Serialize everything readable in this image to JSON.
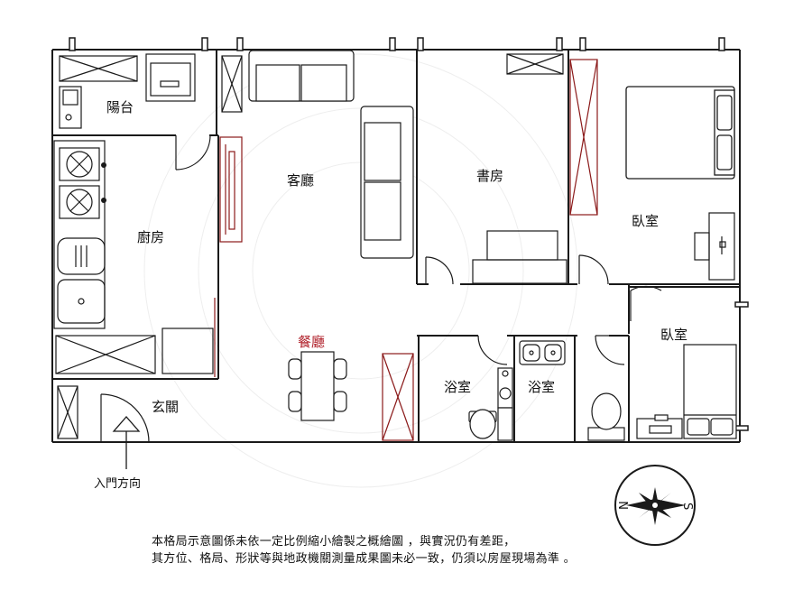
{
  "rooms": {
    "balcony": "陽台",
    "living_room": "客廳",
    "study": "書房",
    "bedroom_main": "臥室",
    "kitchen": "廚房",
    "dining_room": "餐廳",
    "bedroom_second": "臥室",
    "bathroom_left": "浴室",
    "bathroom_right": "浴室",
    "entrance": "玄關"
  },
  "entry_label": "入門方向",
  "compass": {
    "north": "N",
    "south": "S"
  },
  "disclaimer": {
    "line1": "本格局示意圖係未依一定比例縮小繪製之概繪圖 ，與實況仍有差距，",
    "line2": "其方位、格局、形狀等與地政機關測量成果圖未必一致，仍須以房屋現場為準 。"
  },
  "colors": {
    "wall": "#1a1a1a",
    "accent_red": "#8b1a1a",
    "dining_label": "#b0202a"
  }
}
